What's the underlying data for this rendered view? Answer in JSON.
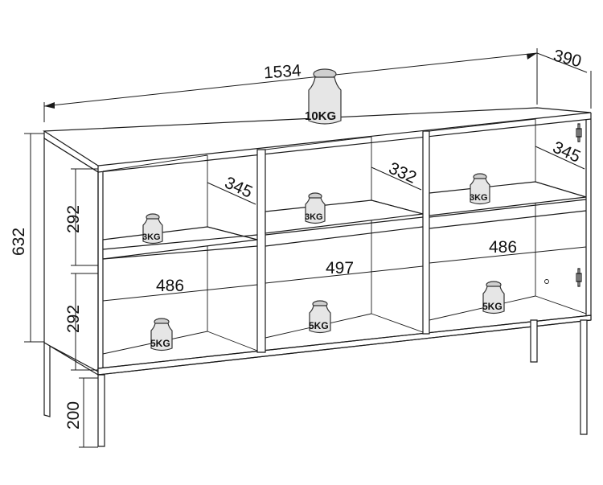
{
  "dimensions": {
    "width": "1534",
    "depth": "390",
    "height": "632",
    "shelf_upper": "292",
    "shelf_lower": "292",
    "legs": "200",
    "depth_left": "345",
    "depth_middle": "332",
    "depth_right": "345",
    "width_left": "486",
    "width_middle": "497",
    "width_right": "486"
  },
  "weights": {
    "top": "10KG",
    "left_upper": "3KG",
    "middle_upper": "3KG",
    "right_upper": "3KG",
    "left_lower": "5KG",
    "middle_lower": "5KG",
    "right_lower": "5KG"
  },
  "colors": {
    "line": "#1a1a1a",
    "weight_fill": "#e6e6e6"
  }
}
